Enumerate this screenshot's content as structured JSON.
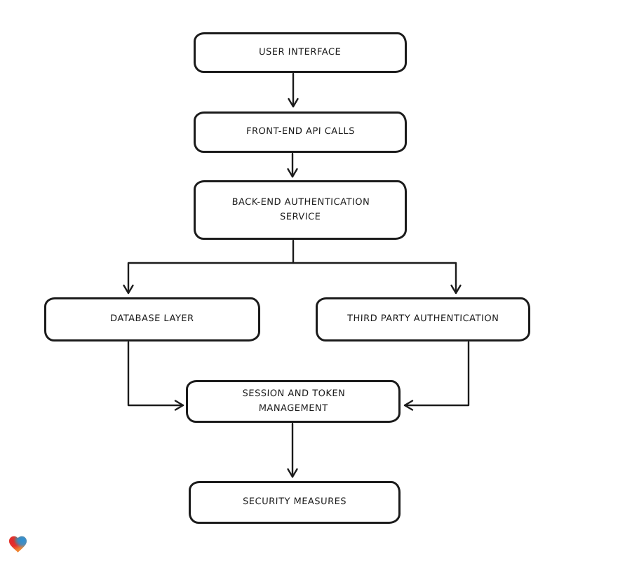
{
  "diagram": {
    "type": "flowchart",
    "direction": "top-down",
    "nodes": [
      {
        "id": "user-interface",
        "label": "USER INTERFACE"
      },
      {
        "id": "front-end-api-calls",
        "label": "FRONT-END API CALLS"
      },
      {
        "id": "back-end-authentication-service",
        "label": "BACK-END AUTHENTICATION SERVICE"
      },
      {
        "id": "database-layer",
        "label": "DATABASE LAYER"
      },
      {
        "id": "third-party-authentication",
        "label": "THIRD PARTY AUTHENTICATION"
      },
      {
        "id": "session-and-token-management",
        "label": "SESSION AND TOKEN MANAGEMENT"
      },
      {
        "id": "security-measures",
        "label": "SECURITY MEASURES"
      }
    ],
    "edges": [
      {
        "from": "user-interface",
        "to": "front-end-api-calls"
      },
      {
        "from": "front-end-api-calls",
        "to": "back-end-authentication-service"
      },
      {
        "from": "back-end-authentication-service",
        "to": "database-layer"
      },
      {
        "from": "back-end-authentication-service",
        "to": "third-party-authentication"
      },
      {
        "from": "database-layer",
        "to": "session-and-token-management"
      },
      {
        "from": "third-party-authentication",
        "to": "session-and-token-management"
      },
      {
        "from": "session-and-token-management",
        "to": "security-measures"
      }
    ],
    "style": {
      "stroke_color": "#1b1b1b",
      "box_fill": "#ffffff",
      "background": "#ffffff",
      "arrowhead": "open-v"
    }
  },
  "watermark": {
    "icon": "heart-icon",
    "colors": {
      "red": "#e3262d",
      "orange": "#ef832f",
      "blue": "#2e8fd5",
      "green": "#3fa065"
    }
  }
}
